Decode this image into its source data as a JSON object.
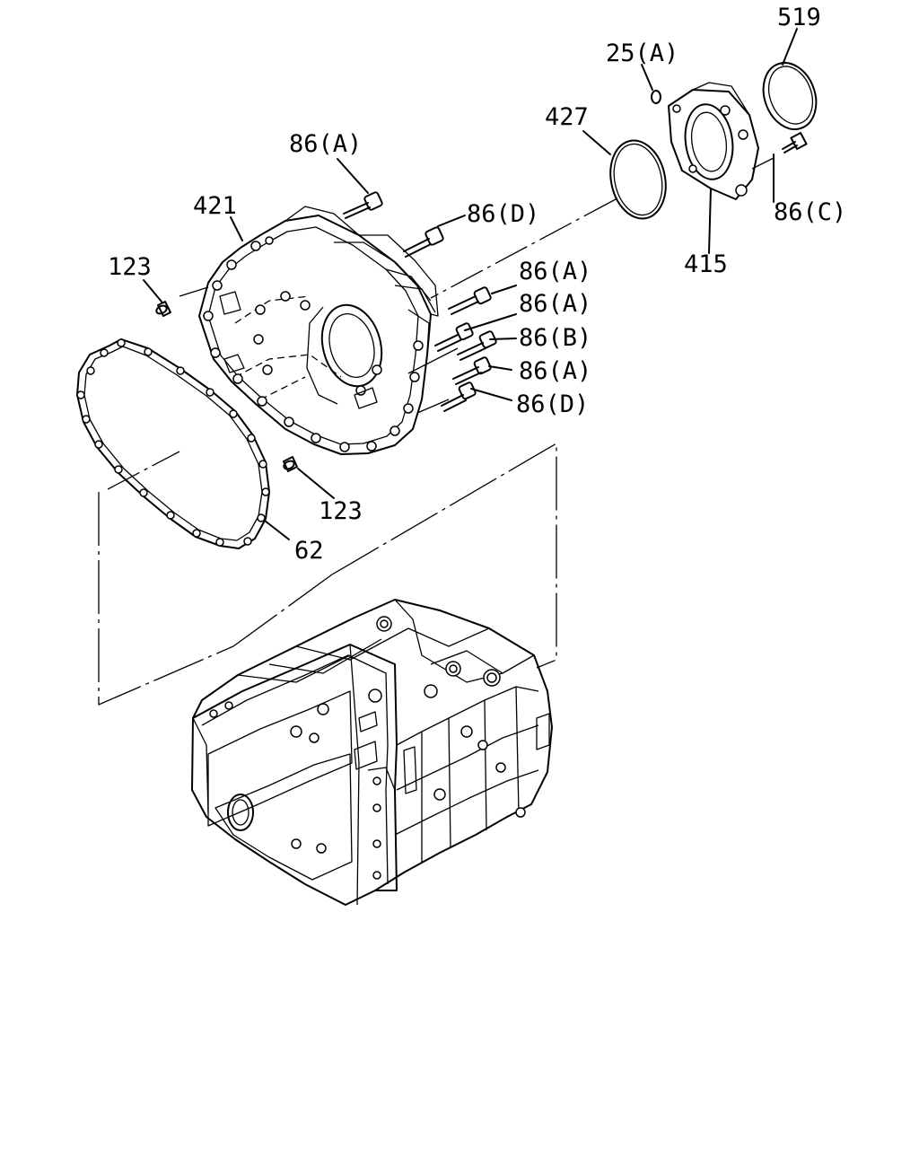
{
  "diagram": {
    "labels": {
      "l519": "519",
      "l25a": "25(A)",
      "l427": "427",
      "l86a_top": "86(A)",
      "l421": "421",
      "l86d_top": "86(D)",
      "l86c": "86(C)",
      "l415": "415",
      "l123_left": "123",
      "l86a_1": "86(A)",
      "l86a_2": "86(A)",
      "l86b": "86(B)",
      "l86a_3": "86(A)",
      "l86d_2": "86(D)",
      "l123_bottom": "123",
      "l62": "62"
    }
  }
}
